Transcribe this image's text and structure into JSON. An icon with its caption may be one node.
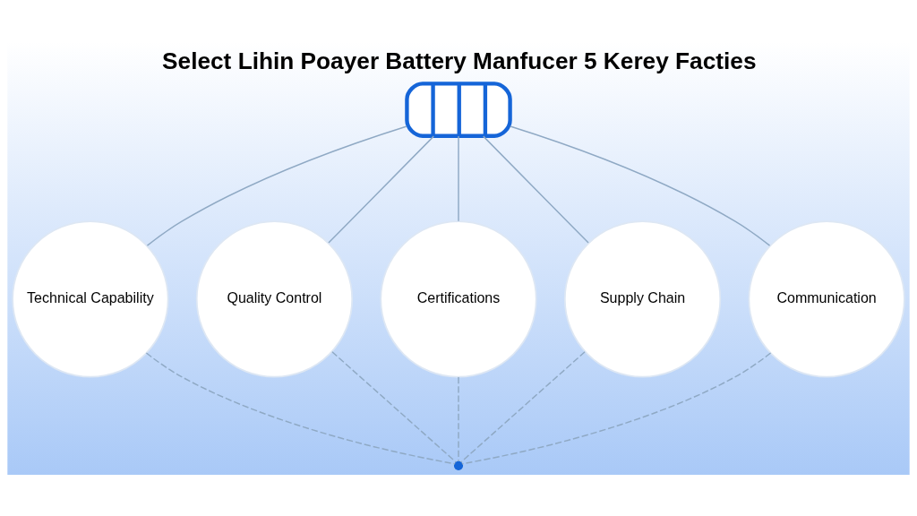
{
  "diagram": {
    "title": "Select Lihin Poayer Battery Manfucer 5 Kerey Facties",
    "nodes": [
      {
        "text": [],
        "shape": "picture"
      },
      {
        "text": [
          "Technical Capability"
        ]
      },
      {
        "text": [
          "Quality Control"
        ]
      },
      {
        "text": [
          "Certifications"
        ]
      },
      {
        "text": [
          "Supply Chain"
        ]
      },
      {
        "text": [
          "Communication"
        ]
      },
      {
        "text": [],
        "shape": "circle"
      }
    ],
    "edges": [
      {
        "from": 0,
        "to": 1,
        "arrow": "none"
      },
      {
        "from": 0,
        "to": 2,
        "arrow": "none"
      },
      {
        "from": 0,
        "to": 3,
        "arrow": "none"
      },
      {
        "from": 0,
        "to": 4,
        "arrow": "none"
      },
      {
        "from": 0,
        "to": 5,
        "arrow": "none"
      },
      {
        "from": 1,
        "to": 6,
        "arrow": "none",
        "style": "dashed"
      },
      {
        "from": 2,
        "to": 6,
        "arrow": "none",
        "style": "dashed"
      },
      {
        "from": 3,
        "to": 6,
        "arrow": "none",
        "style": "dashed"
      },
      {
        "from": 4,
        "to": 6,
        "arrow": "none",
        "style": "dashed"
      },
      {
        "from": 5,
        "to": 6,
        "arrow": "none",
        "style": "dashed"
      }
    ]
  }
}
